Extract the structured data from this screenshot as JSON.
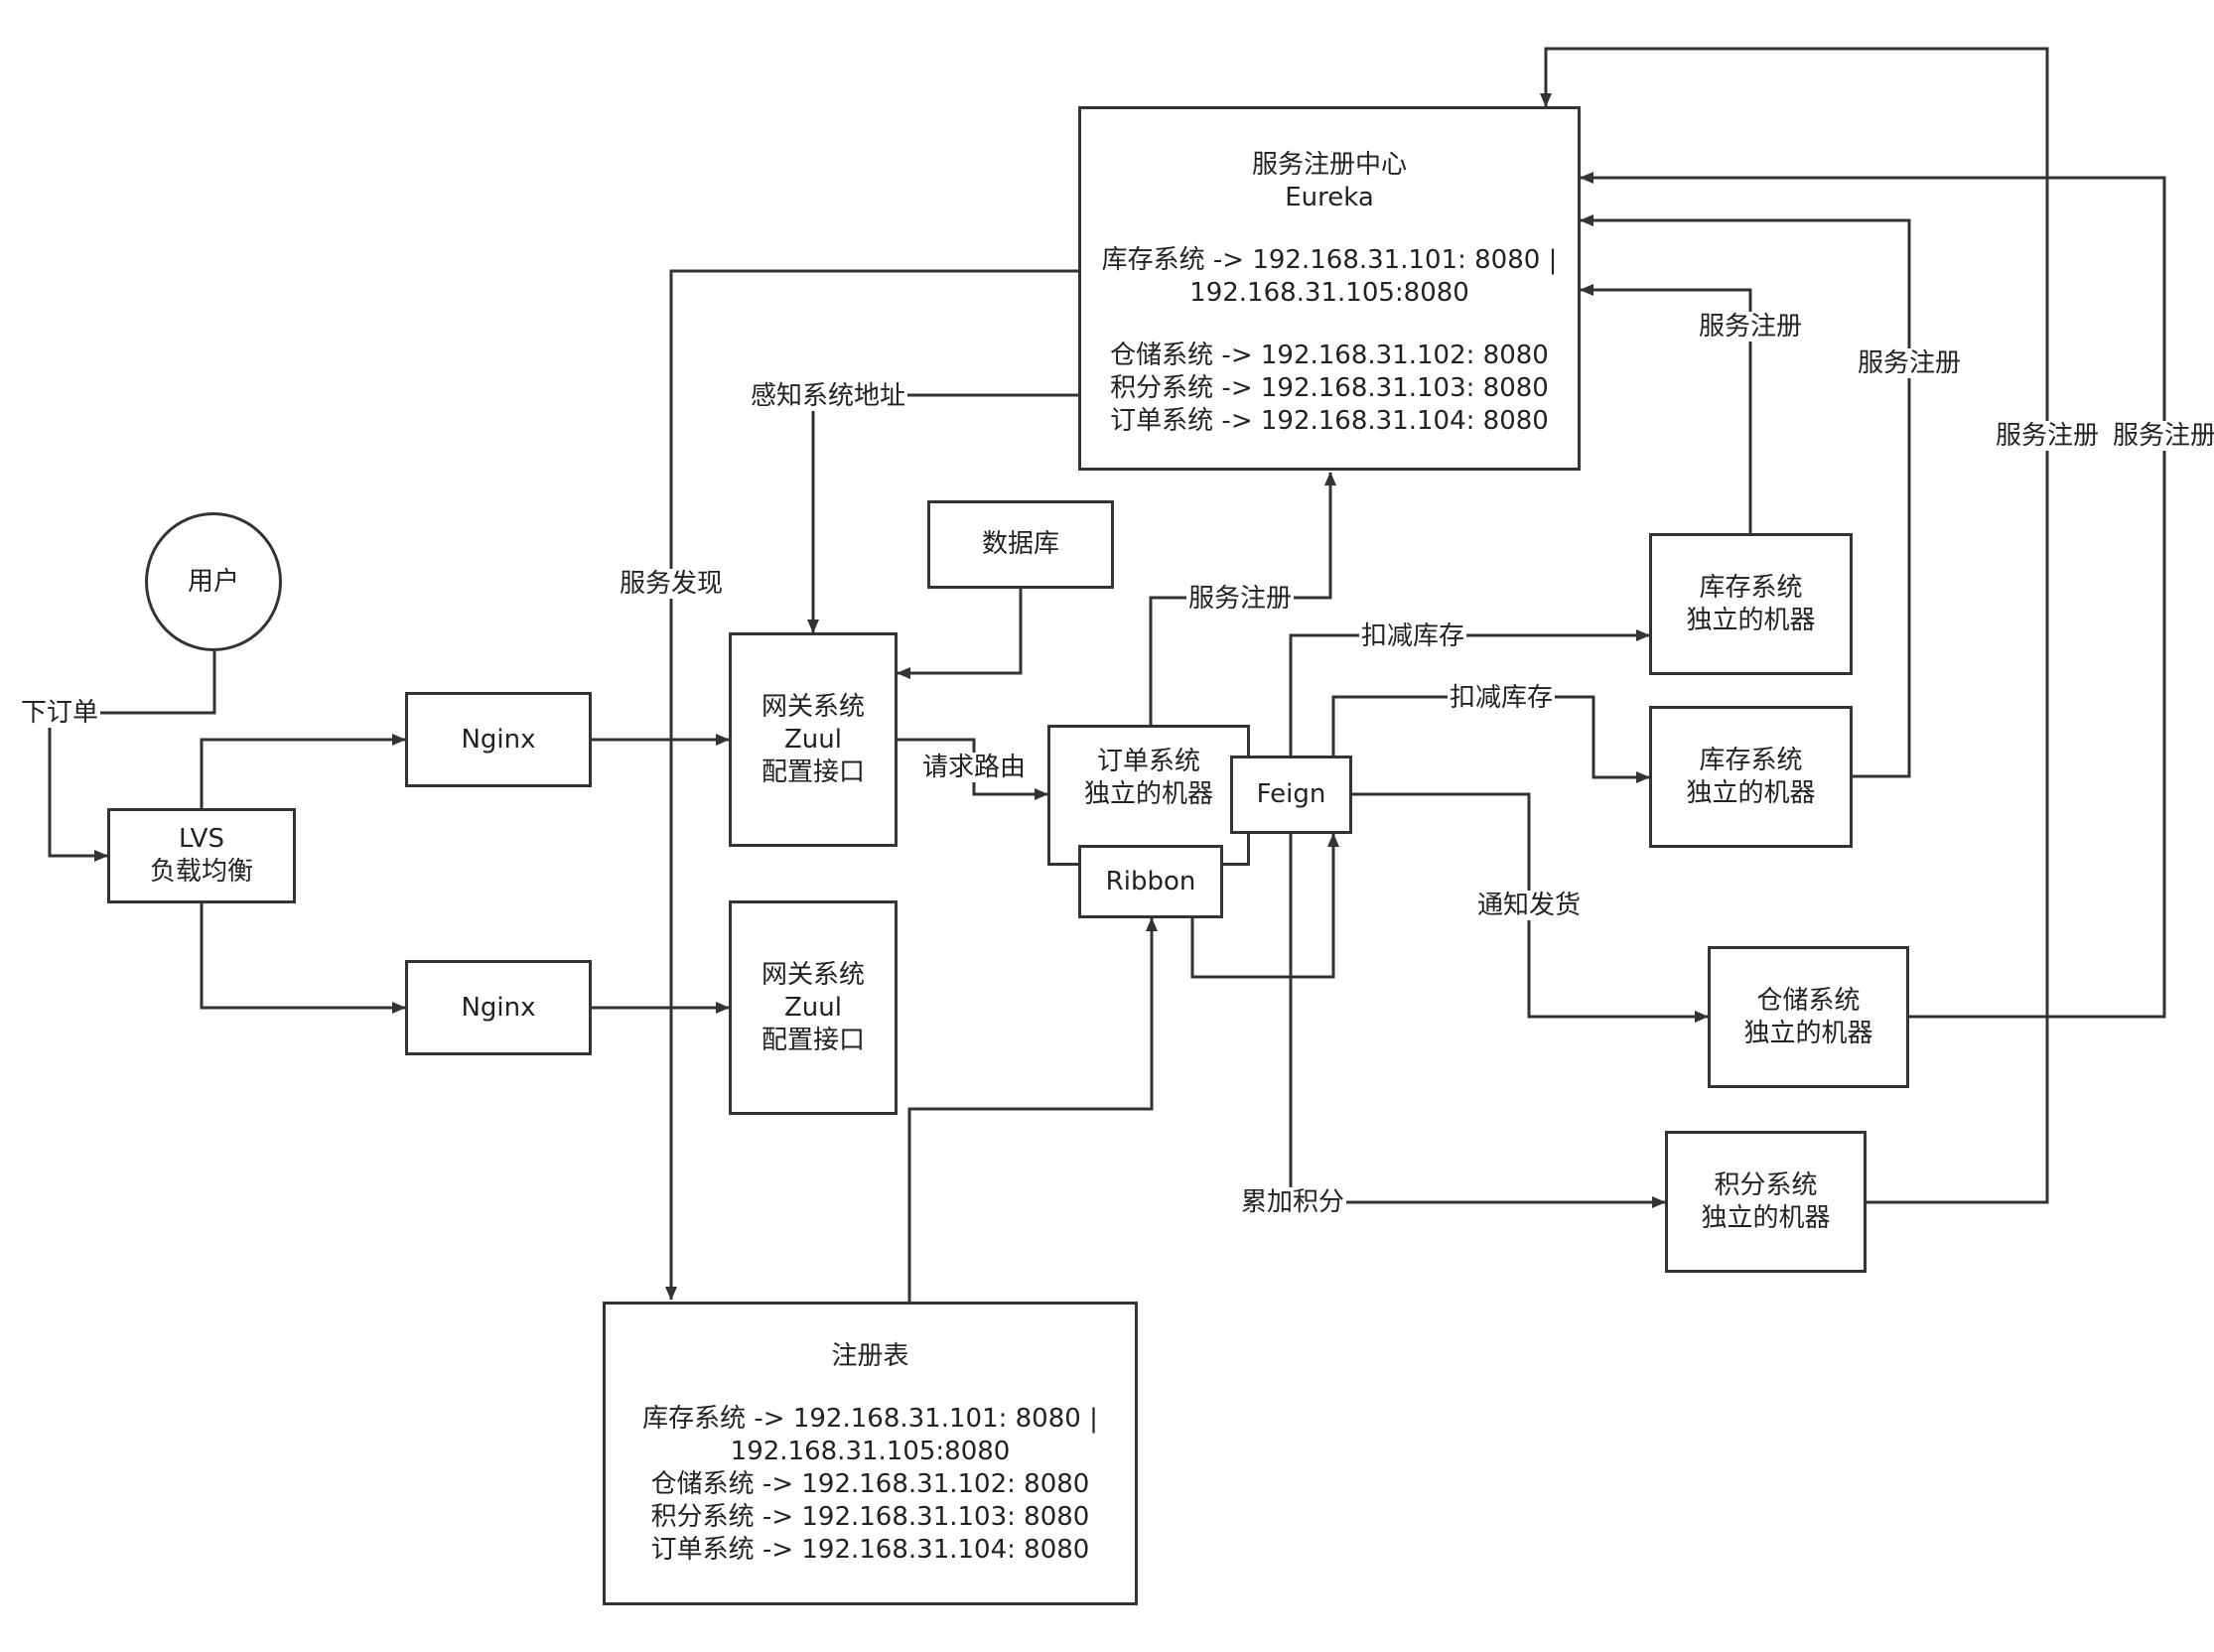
{
  "nodes": {
    "user": "用户",
    "lvs": [
      "LVS",
      "负载均衡"
    ],
    "nginx_top": "Nginx",
    "nginx_bottom": "Nginx",
    "gateway_top": [
      "网关系统",
      "Zuul",
      "配置接口"
    ],
    "gateway_bottom": [
      "网关系统",
      "Zuul",
      "配置接口"
    ],
    "database": "数据库",
    "order": [
      "订单系统",
      "独立的机器"
    ],
    "feign": "Feign",
    "ribbon": "Ribbon",
    "inventory_1": [
      "库存系统",
      "独立的机器"
    ],
    "inventory_2": [
      "库存系统",
      "独立的机器"
    ],
    "warehouse": [
      "仓储系统",
      "独立的机器"
    ],
    "points": [
      "积分系统",
      "独立的机器"
    ],
    "eureka": {
      "title": "服务注册中心",
      "subtitle": "Eureka",
      "lines_a": [
        "库存系统 -> 192.168.31.101: 8080 |",
        "192.168.31.105:8080"
      ],
      "lines_b": [
        "仓储系统 -> 192.168.31.102: 8080",
        "积分系统 -> 192.168.31.103: 8080",
        "订单系统 -> 192.168.31.104: 8080"
      ]
    },
    "registry": {
      "title": "注册表",
      "lines": [
        "库存系统 -> 192.168.31.101: 8080 |",
        "192.168.31.105:8080",
        "仓储系统 -> 192.168.31.102: 8080",
        "积分系统 -> 192.168.31.103: 8080",
        "订单系统 -> 192.168.31.104: 8080"
      ]
    }
  },
  "edge_labels": {
    "place_order": "下订单",
    "sense_address": "感知系统地址",
    "service_discovery": "服务发现",
    "request_routing": "请求路由",
    "service_register_order": "服务注册",
    "deduct_stock_1": "扣减库存",
    "deduct_stock_2": "扣减库存",
    "notify_shipping": "通知发货",
    "add_points": "累加积分",
    "service_register_inv1": "服务注册",
    "service_register_inv2": "服务注册",
    "service_register_points": "服务注册",
    "service_register_warehouse": "服务注册"
  },
  "colors": {
    "stroke": "#333333",
    "background": "#ffffff"
  }
}
